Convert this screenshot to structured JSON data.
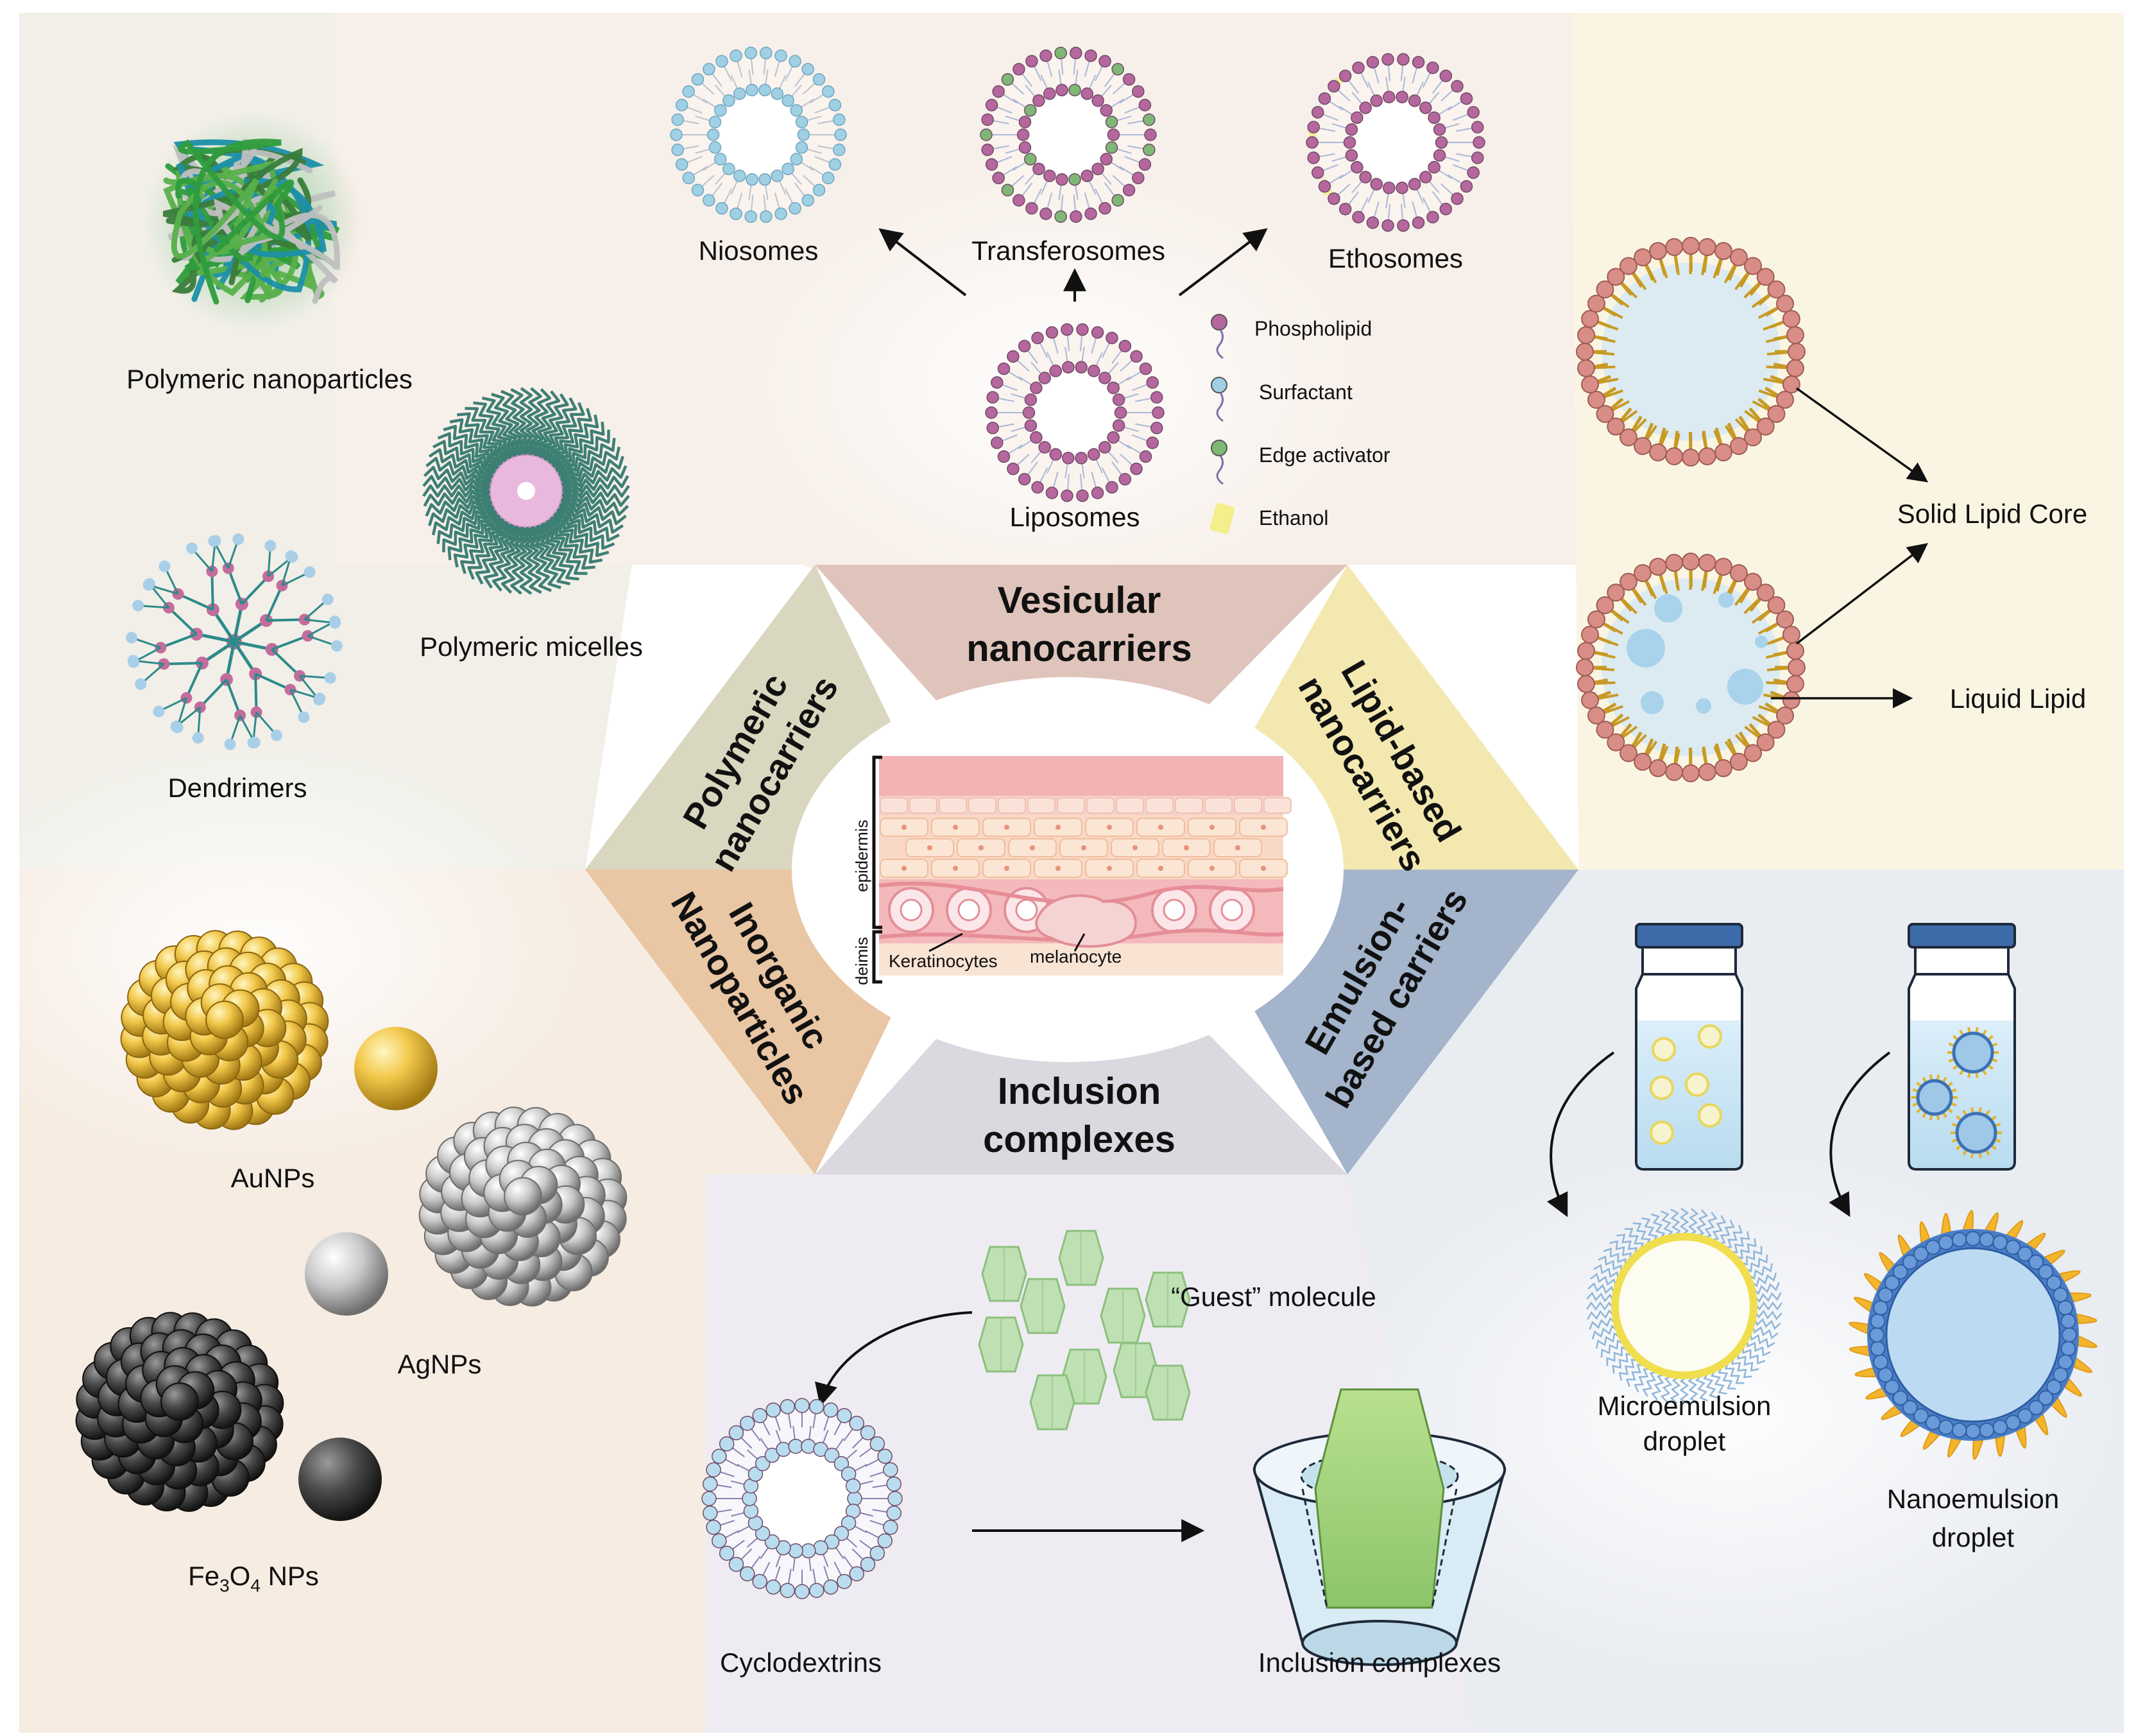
{
  "hub": {
    "vesicular": [
      "Vesicular",
      "nanocarriers"
    ],
    "polymeric": [
      "Polymeric",
      "nanocarriers"
    ],
    "lipid": [
      "Lipid-based",
      "nanocarriers"
    ],
    "inorganic": [
      "Inorganic",
      "Nanoparticles"
    ],
    "emulsion": [
      "Emulsion-",
      "based carriers"
    ],
    "inclusion": [
      "Inclusion",
      "complexes"
    ]
  },
  "skin": {
    "epidermis": "epidermis",
    "dermis": "deimis",
    "keratinocytes": "Keratinocytes",
    "melanocyte": "melanocyte"
  },
  "vesicular_panel": {
    "niosomes": "Niosomes",
    "transferosomes": "Transferosomes",
    "ethosomes": "Ethosomes",
    "liposomes": "Liposomes",
    "legend": [
      "Phospholipid",
      "Surfactant",
      "Edge activator",
      "Ethanol"
    ]
  },
  "polymeric_panel": {
    "polymeric_nanoparticles": "Polymeric nanoparticles",
    "polymeric_micelles": "Polymeric micelles",
    "dendrimers": "Dendrimers"
  },
  "lipid_panel": {
    "solid_lipid_core": "Solid Lipid Core",
    "liquid_lipid": "Liquid Lipid"
  },
  "inorganic_panel": {
    "aunps": "AuNPs",
    "agnps": "AgNPs",
    "fe3o4": {
      "base": "Fe",
      "sub1": "3",
      "mid": "O",
      "sub2": "4",
      "tail": " NPs"
    }
  },
  "emulsion_panel": {
    "micro": [
      "Microemulsion",
      "droplet"
    ],
    "nano": [
      "Nanoemulsion",
      "droplet"
    ]
  },
  "inclusion_panel": {
    "guest": "“Guest” molecule",
    "cyclodextrins": "Cyclodextrins",
    "inclusion_complexes": "Inclusion complexes"
  },
  "colors": {
    "phospholipid": "#b5679e",
    "surfactant": "#9fd0e4",
    "edge_activator": "#7fb874",
    "ethanol": "#f4ee8c",
    "hex_polymeric": "#d9d7bf",
    "hex_vesicular": "#dfc4bb",
    "hex_lipid": "#f3e8b0",
    "hex_inorganic": "#e9c6a4",
    "hex_inclusion": "#dcd8df",
    "hex_emulsion": "#a3b4cb"
  }
}
